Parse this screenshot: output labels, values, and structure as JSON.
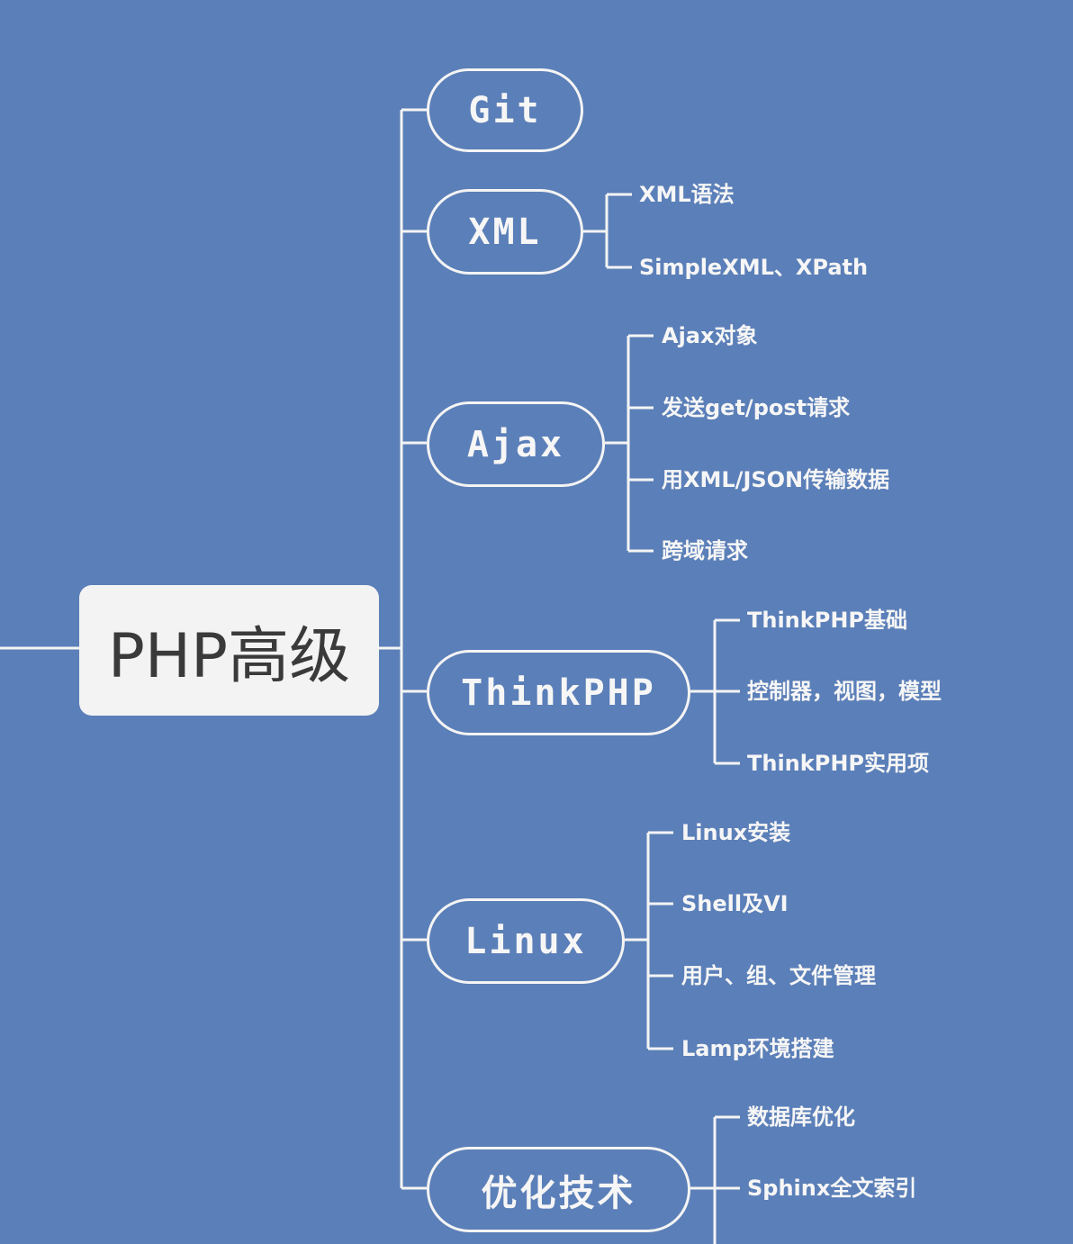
{
  "root": "PHP高级",
  "branches": {
    "git": {
      "label": "Git"
    },
    "xml": {
      "label": "XML",
      "children": [
        "XML语法",
        "SimpleXML、XPath"
      ]
    },
    "ajax": {
      "label": "Ajax",
      "children": [
        "Ajax对象",
        "发送get/post请求",
        "用XML/JSON传输数据",
        "跨域请求"
      ]
    },
    "thinkphp": {
      "label": "ThinkPHP",
      "children": [
        "ThinkPHP基础",
        "控制器，视图，模型",
        "ThinkPHP实用项"
      ]
    },
    "linux": {
      "label": "Linux",
      "children": [
        "Linux安装",
        "Shell及VI",
        "用户、组、文件管理",
        "Lamp环境搭建"
      ]
    },
    "optimize": {
      "label": "优化技术",
      "children": [
        "数据库优化",
        "Sphinx全文索引"
      ]
    }
  },
  "colors": {
    "background": "#5b7fb8",
    "line": "#f4f4f4",
    "root_box": "#f3f3f3",
    "root_text": "#3a3a3a"
  }
}
